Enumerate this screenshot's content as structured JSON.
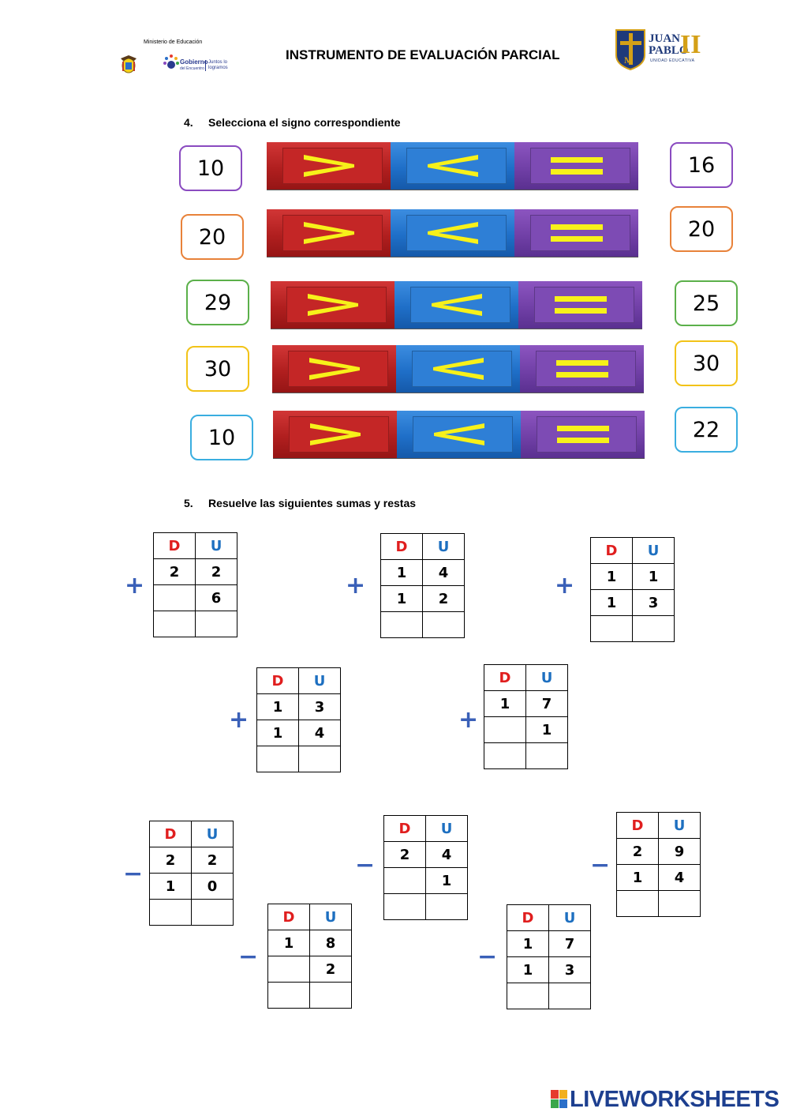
{
  "header": {
    "ministry": "Ministerio de Educación",
    "title": "INSTRUMENTO DE EVALUACIÓN PARCIAL",
    "gobierno": "Gobierno",
    "gobierno_sub": "del Encuentro",
    "juntos": "Juntos lo logramos",
    "school_line1": "JUAN",
    "school_line2": "PABLO",
    "school_numeral": "II",
    "school_sub": "UNIDAD EDUCATIVA"
  },
  "section4": {
    "number": "4.",
    "title": "Selecciona el signo correspondiente",
    "signs": [
      ">",
      "<",
      "="
    ],
    "rows": [
      {
        "left": "10",
        "right": "16",
        "color": "#8a4bc0"
      },
      {
        "left": "20",
        "right": "20",
        "color": "#e8823a"
      },
      {
        "left": "29",
        "right": "25",
        "color": "#5bb04a"
      },
      {
        "left": "30",
        "right": "30",
        "color": "#f2c318"
      },
      {
        "left": "10",
        "right": "22",
        "color": "#3aaee0"
      }
    ]
  },
  "section5": {
    "number": "5.",
    "title": "Resuelve las siguientes sumas y restas",
    "header": {
      "d": "D",
      "u": "U"
    },
    "operations": [
      {
        "op": "+",
        "r1": [
          "2",
          "2"
        ],
        "r2": [
          "",
          "6"
        ]
      },
      {
        "op": "+",
        "r1": [
          "1",
          "4"
        ],
        "r2": [
          "1",
          "2"
        ]
      },
      {
        "op": "+",
        "r1": [
          "1",
          "1"
        ],
        "r2": [
          "1",
          "3"
        ]
      },
      {
        "op": "+",
        "r1": [
          "1",
          "3"
        ],
        "r2": [
          "1",
          "4"
        ]
      },
      {
        "op": "+",
        "r1": [
          "1",
          "7"
        ],
        "r2": [
          "",
          "1"
        ]
      },
      {
        "op": "−",
        "r1": [
          "2",
          "2"
        ],
        "r2": [
          "1",
          "0"
        ]
      },
      {
        "op": "−",
        "r1": [
          "1",
          "8"
        ],
        "r2": [
          "",
          "2"
        ]
      },
      {
        "op": "−",
        "r1": [
          "2",
          "4"
        ],
        "r2": [
          "",
          "1"
        ]
      },
      {
        "op": "−",
        "r1": [
          "1",
          "7"
        ],
        "r2": [
          "1",
          "3"
        ]
      },
      {
        "op": "−",
        "r1": [
          "2",
          "9"
        ],
        "r2": [
          "1",
          "4"
        ]
      }
    ]
  },
  "footer": {
    "brand": "LIVEWORKSHEETS"
  }
}
